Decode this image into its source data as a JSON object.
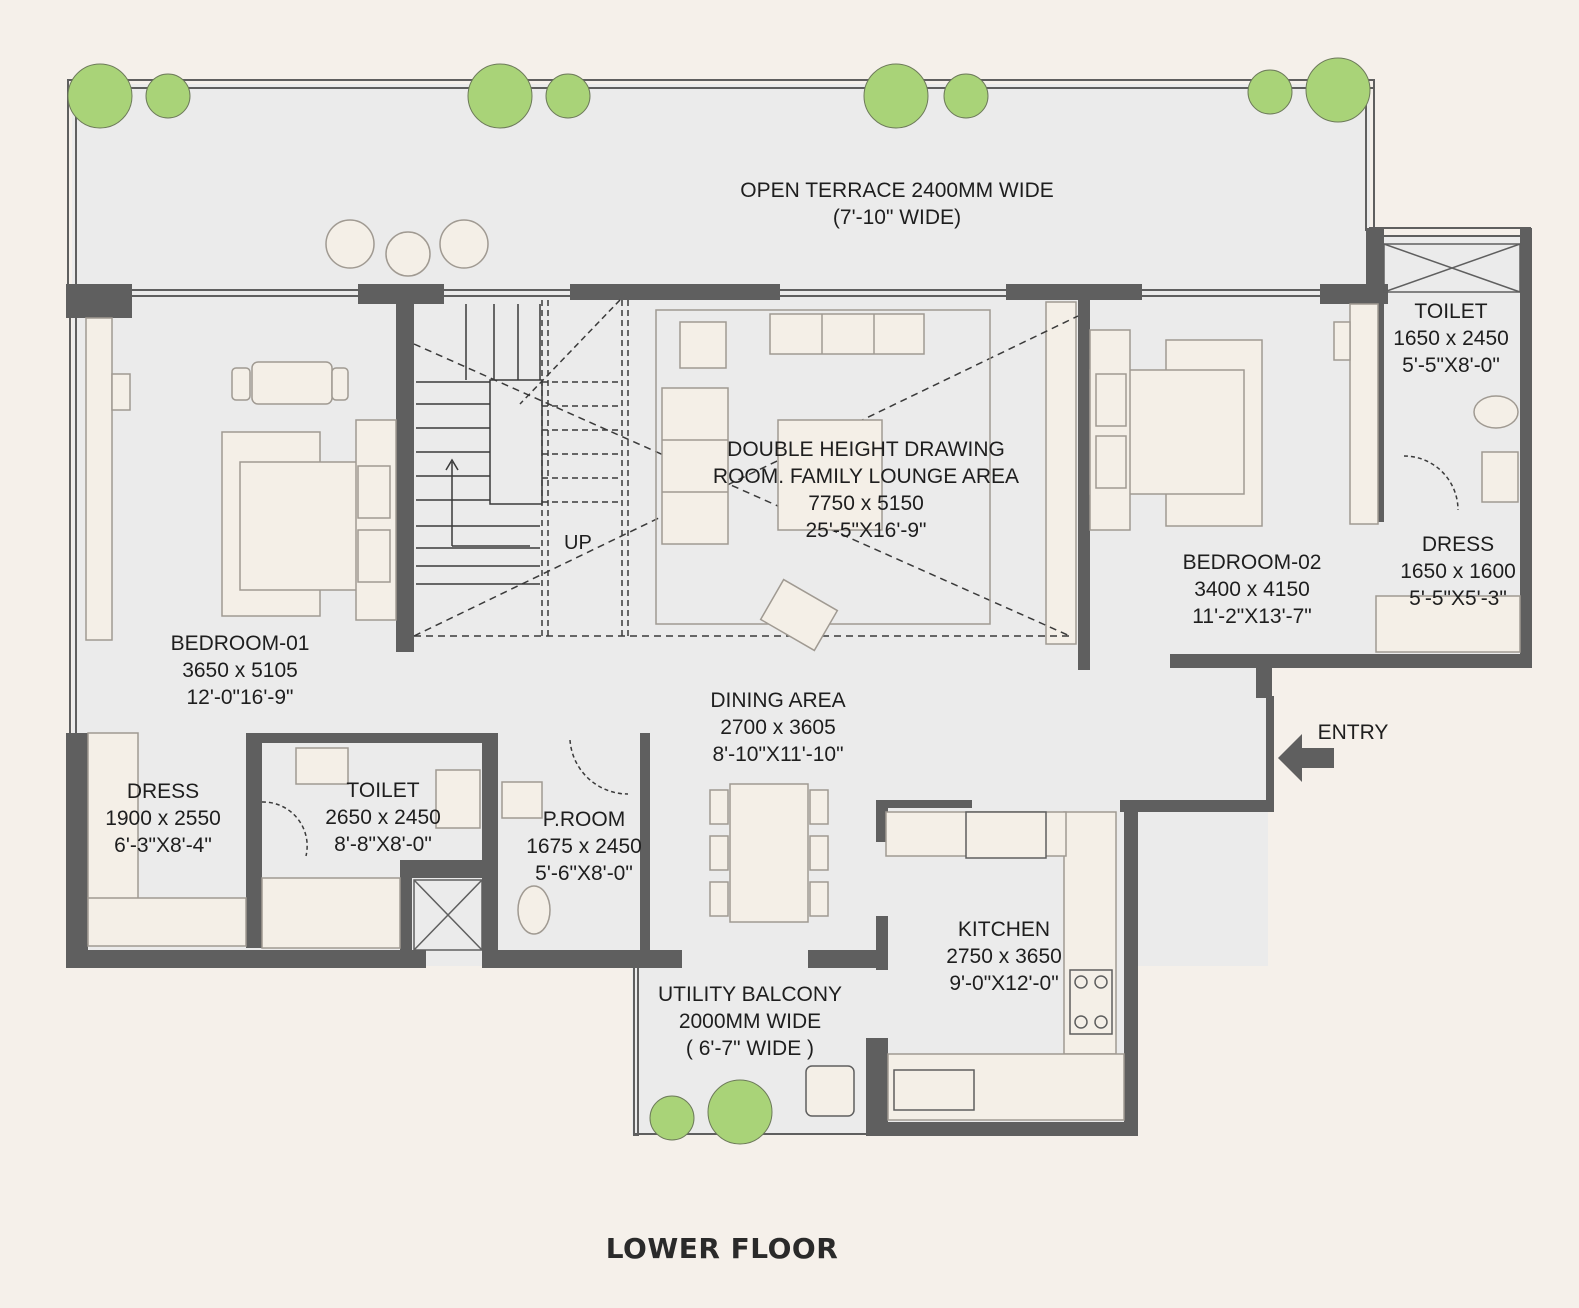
{
  "title": "LOWER FLOOR",
  "colors": {
    "background": "#f5f0ea",
    "floor": "#ebebeb",
    "wall": "#5f5f5f",
    "furniture": "#f4efe7",
    "tree": "#a9d378"
  },
  "rooms": [
    {
      "id": "open-terrace",
      "lines": [
        "OPEN TERRACE 2400MM WIDE",
        "(7'-10\" WIDE)"
      ]
    },
    {
      "id": "drawing-room",
      "lines": [
        "DOUBLE HEIGHT DRAWING",
        "ROOM. FAMILY LOUNGE AREA",
        "7750 x 5150",
        "25'-5\"X16'-9\""
      ]
    },
    {
      "id": "toilet-right",
      "lines": [
        "TOILET",
        "1650 x 2450",
        "5'-5\"X8'-0\""
      ]
    },
    {
      "id": "dress-right",
      "lines": [
        "DRESS",
        "1650 x 1600",
        "5'-5\"X5'-3\""
      ]
    },
    {
      "id": "bedroom-02",
      "lines": [
        "BEDROOM-02",
        "3400 x 4150",
        "11'-2\"X13'-7\""
      ]
    },
    {
      "id": "bedroom-01",
      "lines": [
        "BEDROOM-01",
        "3650 x 5105",
        "12'-0\"16'-9\""
      ]
    },
    {
      "id": "dining-area",
      "lines": [
        "DINING AREA",
        "2700 x 3605",
        "8'-10\"X11'-10\""
      ]
    },
    {
      "id": "dress-left",
      "lines": [
        "DRESS",
        "1900 x 2550",
        "6'-3\"X8'-4\""
      ]
    },
    {
      "id": "toilet-left",
      "lines": [
        "TOILET",
        "2650 x 2450",
        "8'-8\"X8'-0\""
      ]
    },
    {
      "id": "powder-room",
      "lines": [
        "P.ROOM",
        "1675 x 2450",
        "5'-6\"X8'-0\""
      ]
    },
    {
      "id": "kitchen",
      "lines": [
        "KITCHEN",
        "2750 x 3650",
        "9'-0\"X12'-0\""
      ]
    },
    {
      "id": "utility-balcony",
      "lines": [
        "UTILITY BALCONY",
        "2000MM WIDE",
        "( 6'-7\" WIDE )"
      ]
    }
  ],
  "entry_label": "ENTRY",
  "stair_label": "UP"
}
